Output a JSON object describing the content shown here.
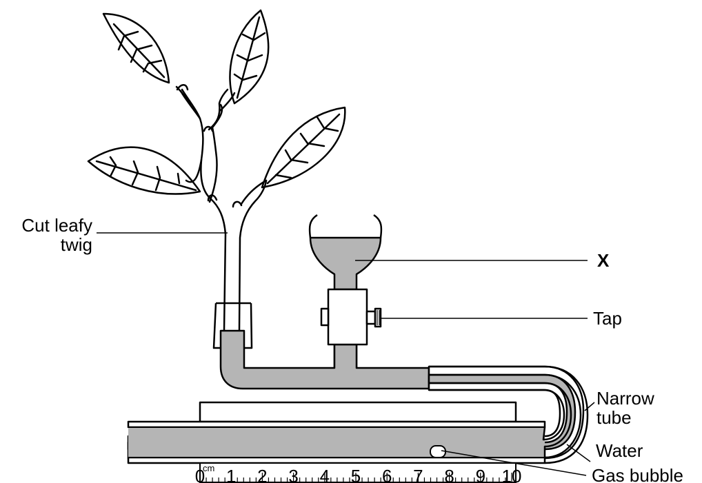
{
  "colors": {
    "line": "#000000",
    "water": "#b5b5b5",
    "background": "#ffffff"
  },
  "labels": {
    "twig": [
      "Cut leafy",
      "twig"
    ],
    "x": "X",
    "tap": "Tap",
    "narrow_tube": [
      "Narrow",
      "tube"
    ],
    "water": "Water",
    "gas_bubble": "Gas bubble"
  },
  "scale": {
    "unit": "cm",
    "numbers": [
      "0",
      "1",
      "2",
      "3",
      "4",
      "5",
      "6",
      "7",
      "8",
      "9",
      "10"
    ],
    "min": 0,
    "max": 10,
    "minor_ticks_per_unit": 5
  }
}
